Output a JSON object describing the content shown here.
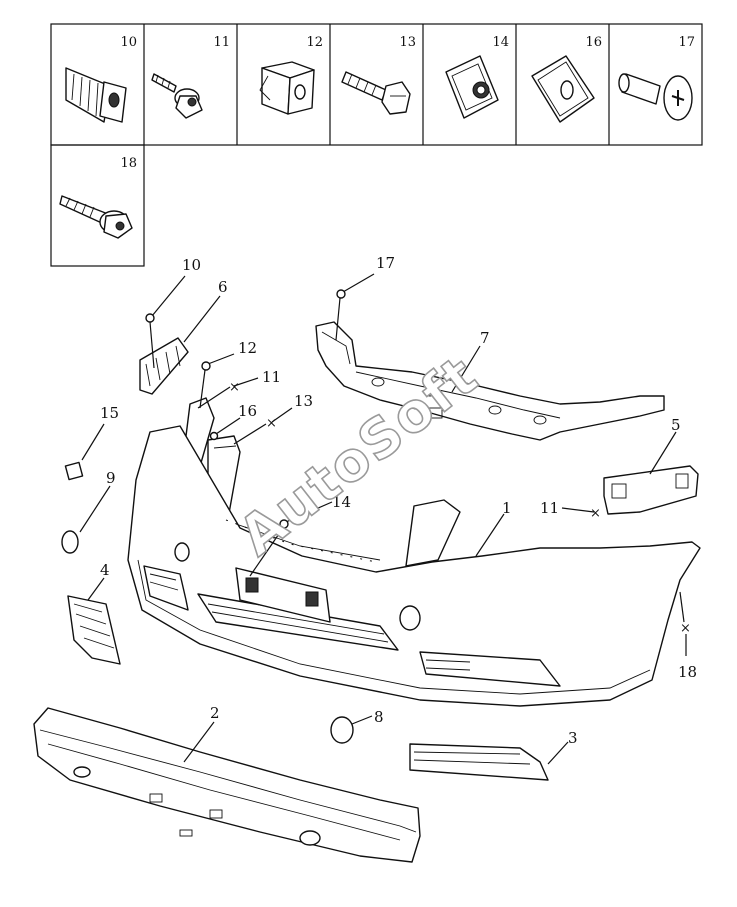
{
  "fastener_grid": {
    "cells": [
      {
        "number": "10",
        "icon": "push-rivet-clip-icon"
      },
      {
        "number": "11",
        "icon": "flange-screw-icon"
      },
      {
        "number": "12",
        "icon": "square-nut-clip-icon"
      },
      {
        "number": "13",
        "icon": "hex-bolt-icon"
      },
      {
        "number": "14",
        "icon": "u-nut-clip-icon"
      },
      {
        "number": "16",
        "icon": "speed-nut-icon"
      },
      {
        "number": "17",
        "icon": "phillips-rivet-icon"
      },
      {
        "number": "18",
        "icon": "tapping-screw-icon"
      }
    ]
  },
  "callouts": {
    "c1": "1",
    "c2": "2",
    "c3": "3",
    "c4": "4",
    "c5": "5",
    "c6": "6",
    "c7": "7",
    "c8": "8",
    "c9": "9",
    "c10": "10",
    "c11a": "11",
    "c11b": "11",
    "c12": "12",
    "c13": "13",
    "c14": "14",
    "c15": "15",
    "c16": "16",
    "c17": "17",
    "c18": "18"
  },
  "watermark": "AutoSoft"
}
